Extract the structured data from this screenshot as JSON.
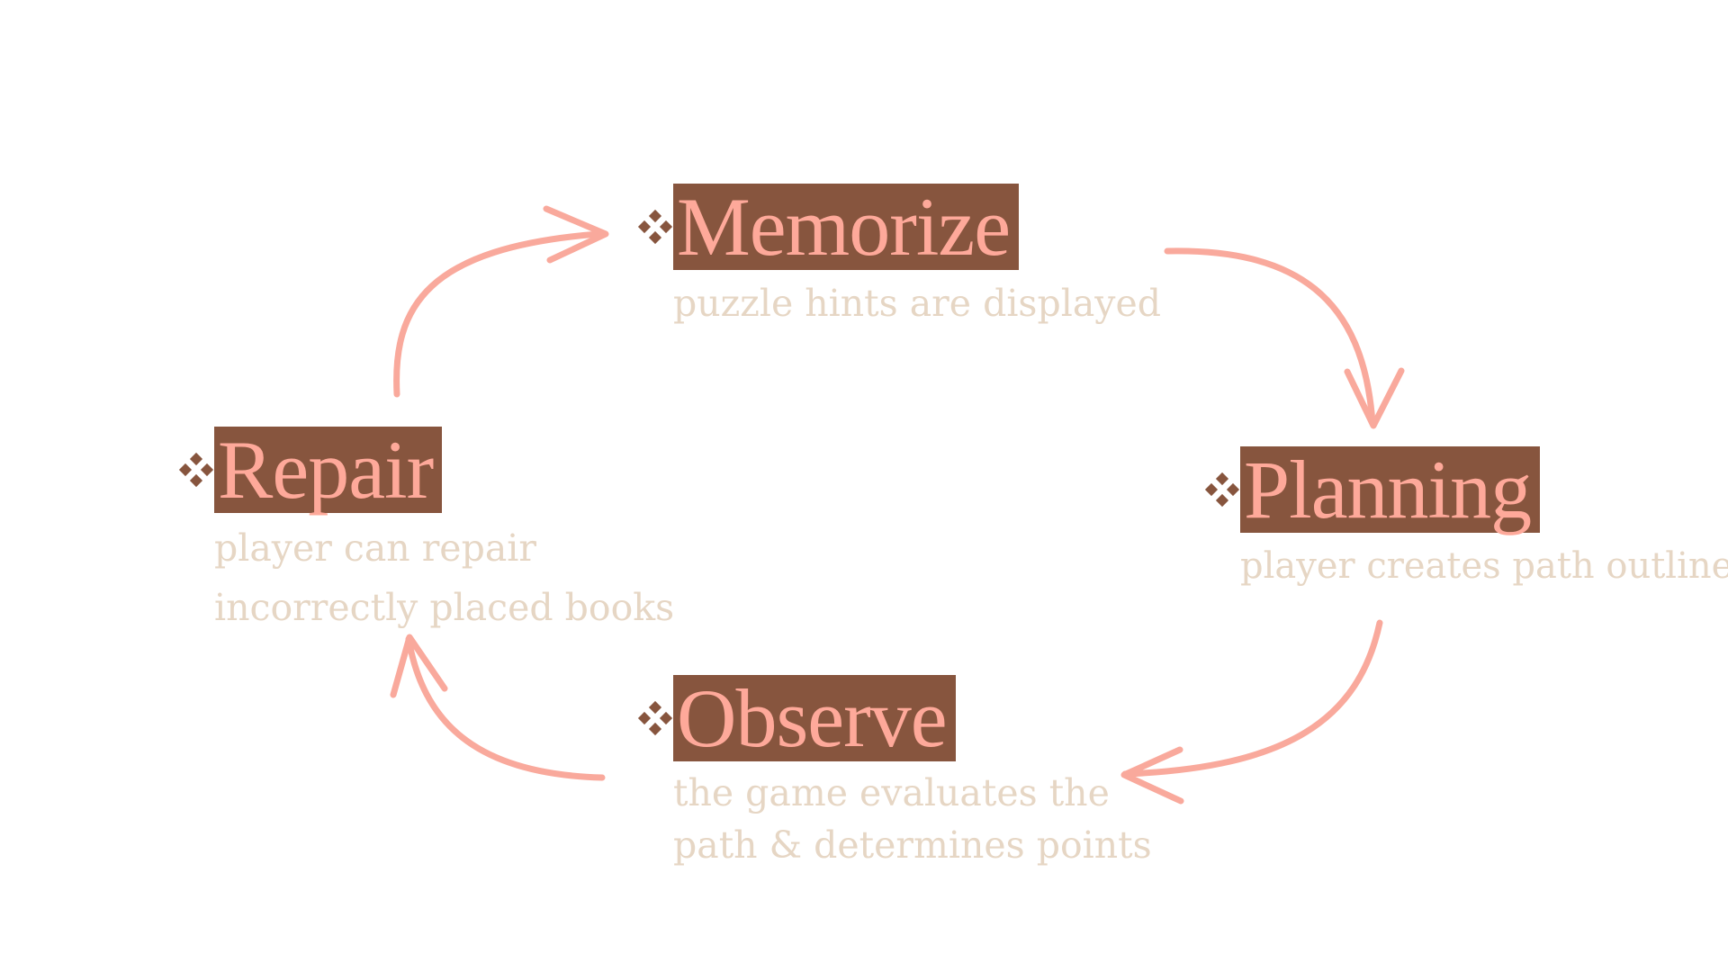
{
  "colors": {
    "title_background": "#87553e",
    "title_text": "#fea99a",
    "description_text": "#e6d6c4",
    "arrow": "#f9a99c",
    "bullet": "#87553e"
  },
  "bullet_icon": "diamond-cluster-icon",
  "steps": {
    "memorize": {
      "title": "Memorize",
      "description": [
        "puzzle hints are displayed"
      ]
    },
    "planning": {
      "title": "Planning",
      "description": [
        "player creates path outline"
      ]
    },
    "observe": {
      "title": "Observe",
      "description": [
        "the game evaluates the",
        "path & determines points"
      ]
    },
    "repair": {
      "title": "Repair",
      "description": [
        "player can repair",
        "incorrectly placed books"
      ]
    }
  },
  "flow": [
    "memorize",
    "planning",
    "observe",
    "repair",
    "memorize"
  ]
}
